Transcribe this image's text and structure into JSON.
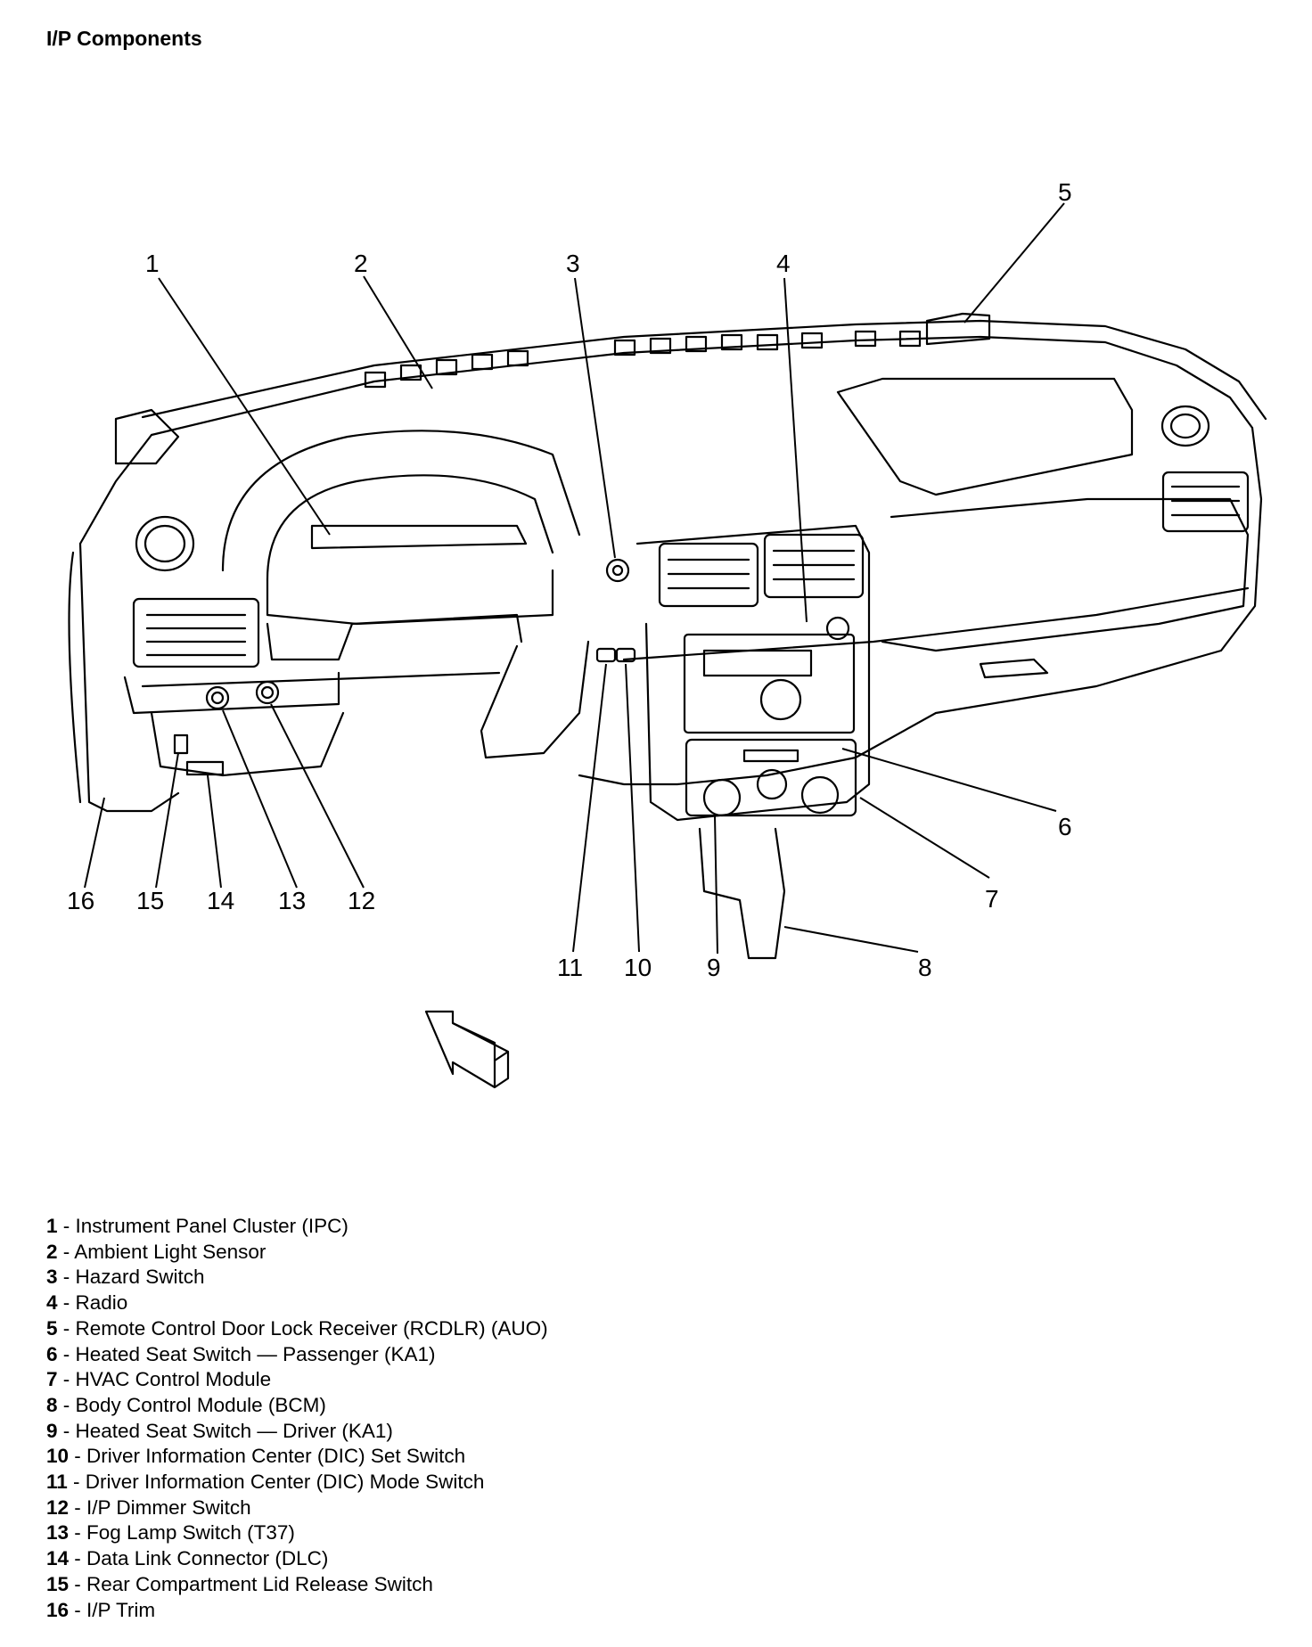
{
  "title": "I/P Components",
  "callouts": [
    "1",
    "2",
    "3",
    "4",
    "5",
    "6",
    "7",
    "8",
    "9",
    "10",
    "11",
    "12",
    "13",
    "14",
    "15",
    "16"
  ],
  "legend": [
    {
      "num": "1",
      "sep": " - ",
      "text": "Instrument Panel Cluster (IPC)"
    },
    {
      "num": "2",
      "sep": " - ",
      "text": "Ambient Light Sensor"
    },
    {
      "num": "3",
      "sep": " - ",
      "text": "Hazard Switch"
    },
    {
      "num": "4",
      "sep": " - ",
      "text": "Radio"
    },
    {
      "num": "5",
      "sep": " - ",
      "text": "Remote Control Door Lock Receiver (RCDLR) (AUO)"
    },
    {
      "num": "6",
      "sep": " - ",
      "text": "Heated Seat Switch — Passenger (KA1)"
    },
    {
      "num": "7",
      "sep": " - ",
      "text": "HVAC Control Module"
    },
    {
      "num": "8",
      "sep": " - ",
      "text": "Body Control Module (BCM)"
    },
    {
      "num": "9",
      "sep": " - ",
      "text": "Heated Seat Switch — Driver (KA1)"
    },
    {
      "num": "10",
      "sep": " - ",
      "text": "Driver Information Center (DIC) Set Switch"
    },
    {
      "num": "11",
      "sep": " - ",
      "text": "Driver Information Center (DIC) Mode Switch"
    },
    {
      "num": "12",
      "sep": " - ",
      "text": "I/P Dimmer Switch"
    },
    {
      "num": "13",
      "sep": " - ",
      "text": "Fog Lamp Switch (T37)"
    },
    {
      "num": "14",
      "sep": " - ",
      "text": "Data Link Connector (DLC)"
    },
    {
      "num": "15",
      "sep": " - ",
      "text": "Rear Compartment Lid Release Switch"
    },
    {
      "num": "16",
      "sep": " - ",
      "text": "I/P Trim"
    }
  ]
}
